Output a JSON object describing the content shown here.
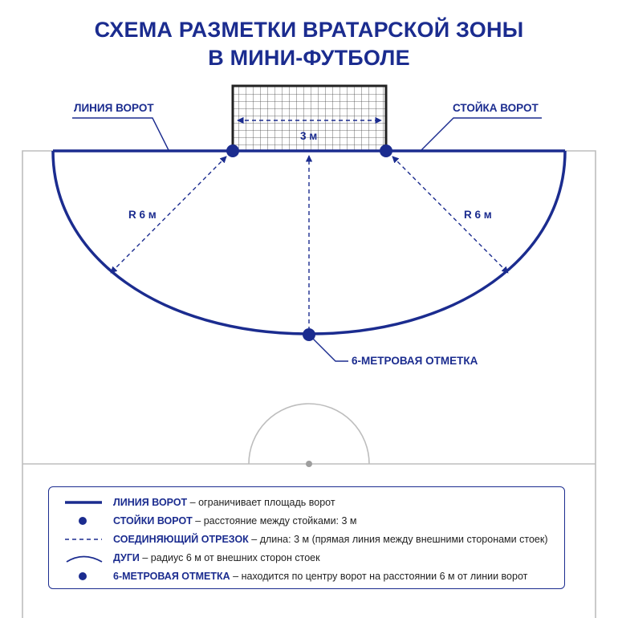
{
  "title": {
    "line1": "СХЕМА РАЗМЕТКИ ВРАТАРСКОЙ ЗОНЫ",
    "line2": "В МИНИ-ФУТБОЛЕ"
  },
  "labels": {
    "goal_line": "ЛИНИЯ ВОРОТ",
    "goal_post": "СТОЙКА ВОРОТ",
    "post_distance": "3 м",
    "radius_left": "R 6 м",
    "radius_right": "R 6 м",
    "six_meter_mark": "6-МЕТРОВАЯ ОТМЕТКА"
  },
  "legend": [
    {
      "symbol": "solid-line",
      "term": "ЛИНИЯ ВОРОТ",
      "desc": " – ограничивает площадь ворот"
    },
    {
      "symbol": "dot",
      "term": "СТОЙКИ ВОРОТ",
      "desc": " – расстояние между стойками: 3 м"
    },
    {
      "symbol": "dashed-line",
      "term": "СОЕДИНЯЮЩИЙ ОТРЕЗОК",
      "desc": " – длина: 3 м (прямая линия между внешними сторонами стоек)"
    },
    {
      "symbol": "arc",
      "term": "ДУГИ",
      "desc": " – радиус 6 м от внешних сторон стоек"
    },
    {
      "symbol": "dot",
      "term": "6-МЕТРОВАЯ ОТМЕТКА",
      "desc": " – находится по центру ворот на расстоянии 6 м от линии ворот"
    }
  ],
  "colors": {
    "primary": "#1b2c8f",
    "field_lines": "#bdbdbd",
    "text": "#222222"
  }
}
